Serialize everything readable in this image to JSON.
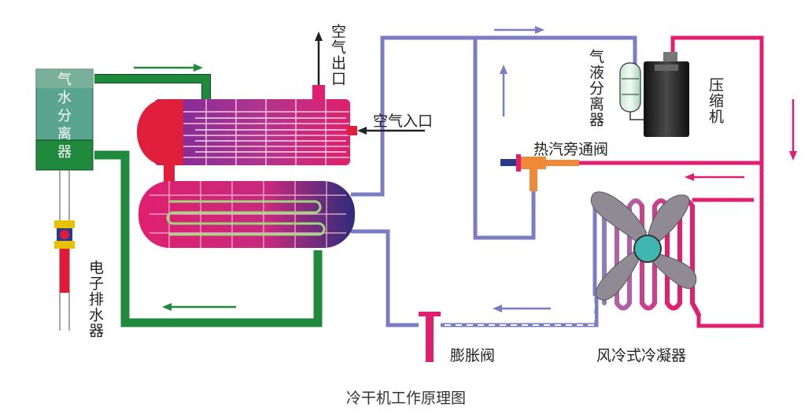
{
  "labels": {
    "separator": [
      "气",
      "水",
      "分",
      "离",
      "器"
    ],
    "air_outlet": "空气出口",
    "air_inlet": "空气入口",
    "gas_liquid_separator": "气液分离器",
    "compressor": "压缩机",
    "hot_gas_bypass_valve": "热汽旁通阀",
    "electronic_drain": "电子排水器",
    "expansion_valve": "膨胀阀",
    "condenser": "风冷式冷凝器"
  },
  "caption": "冷干机工作原理图",
  "colors": {
    "air_pipe": "#1f8a3c",
    "refrigerant_low": "#7c7cc4",
    "refrigerant_high": "#e0206e",
    "separator_top": "#5aa58e",
    "separator_bottom": "#1f8a3c",
    "flow_arrow_green": "#1f8a3c",
    "flow_arrow_blue": "#7c7cc4",
    "flow_arrow_pink": "#e0206e"
  }
}
